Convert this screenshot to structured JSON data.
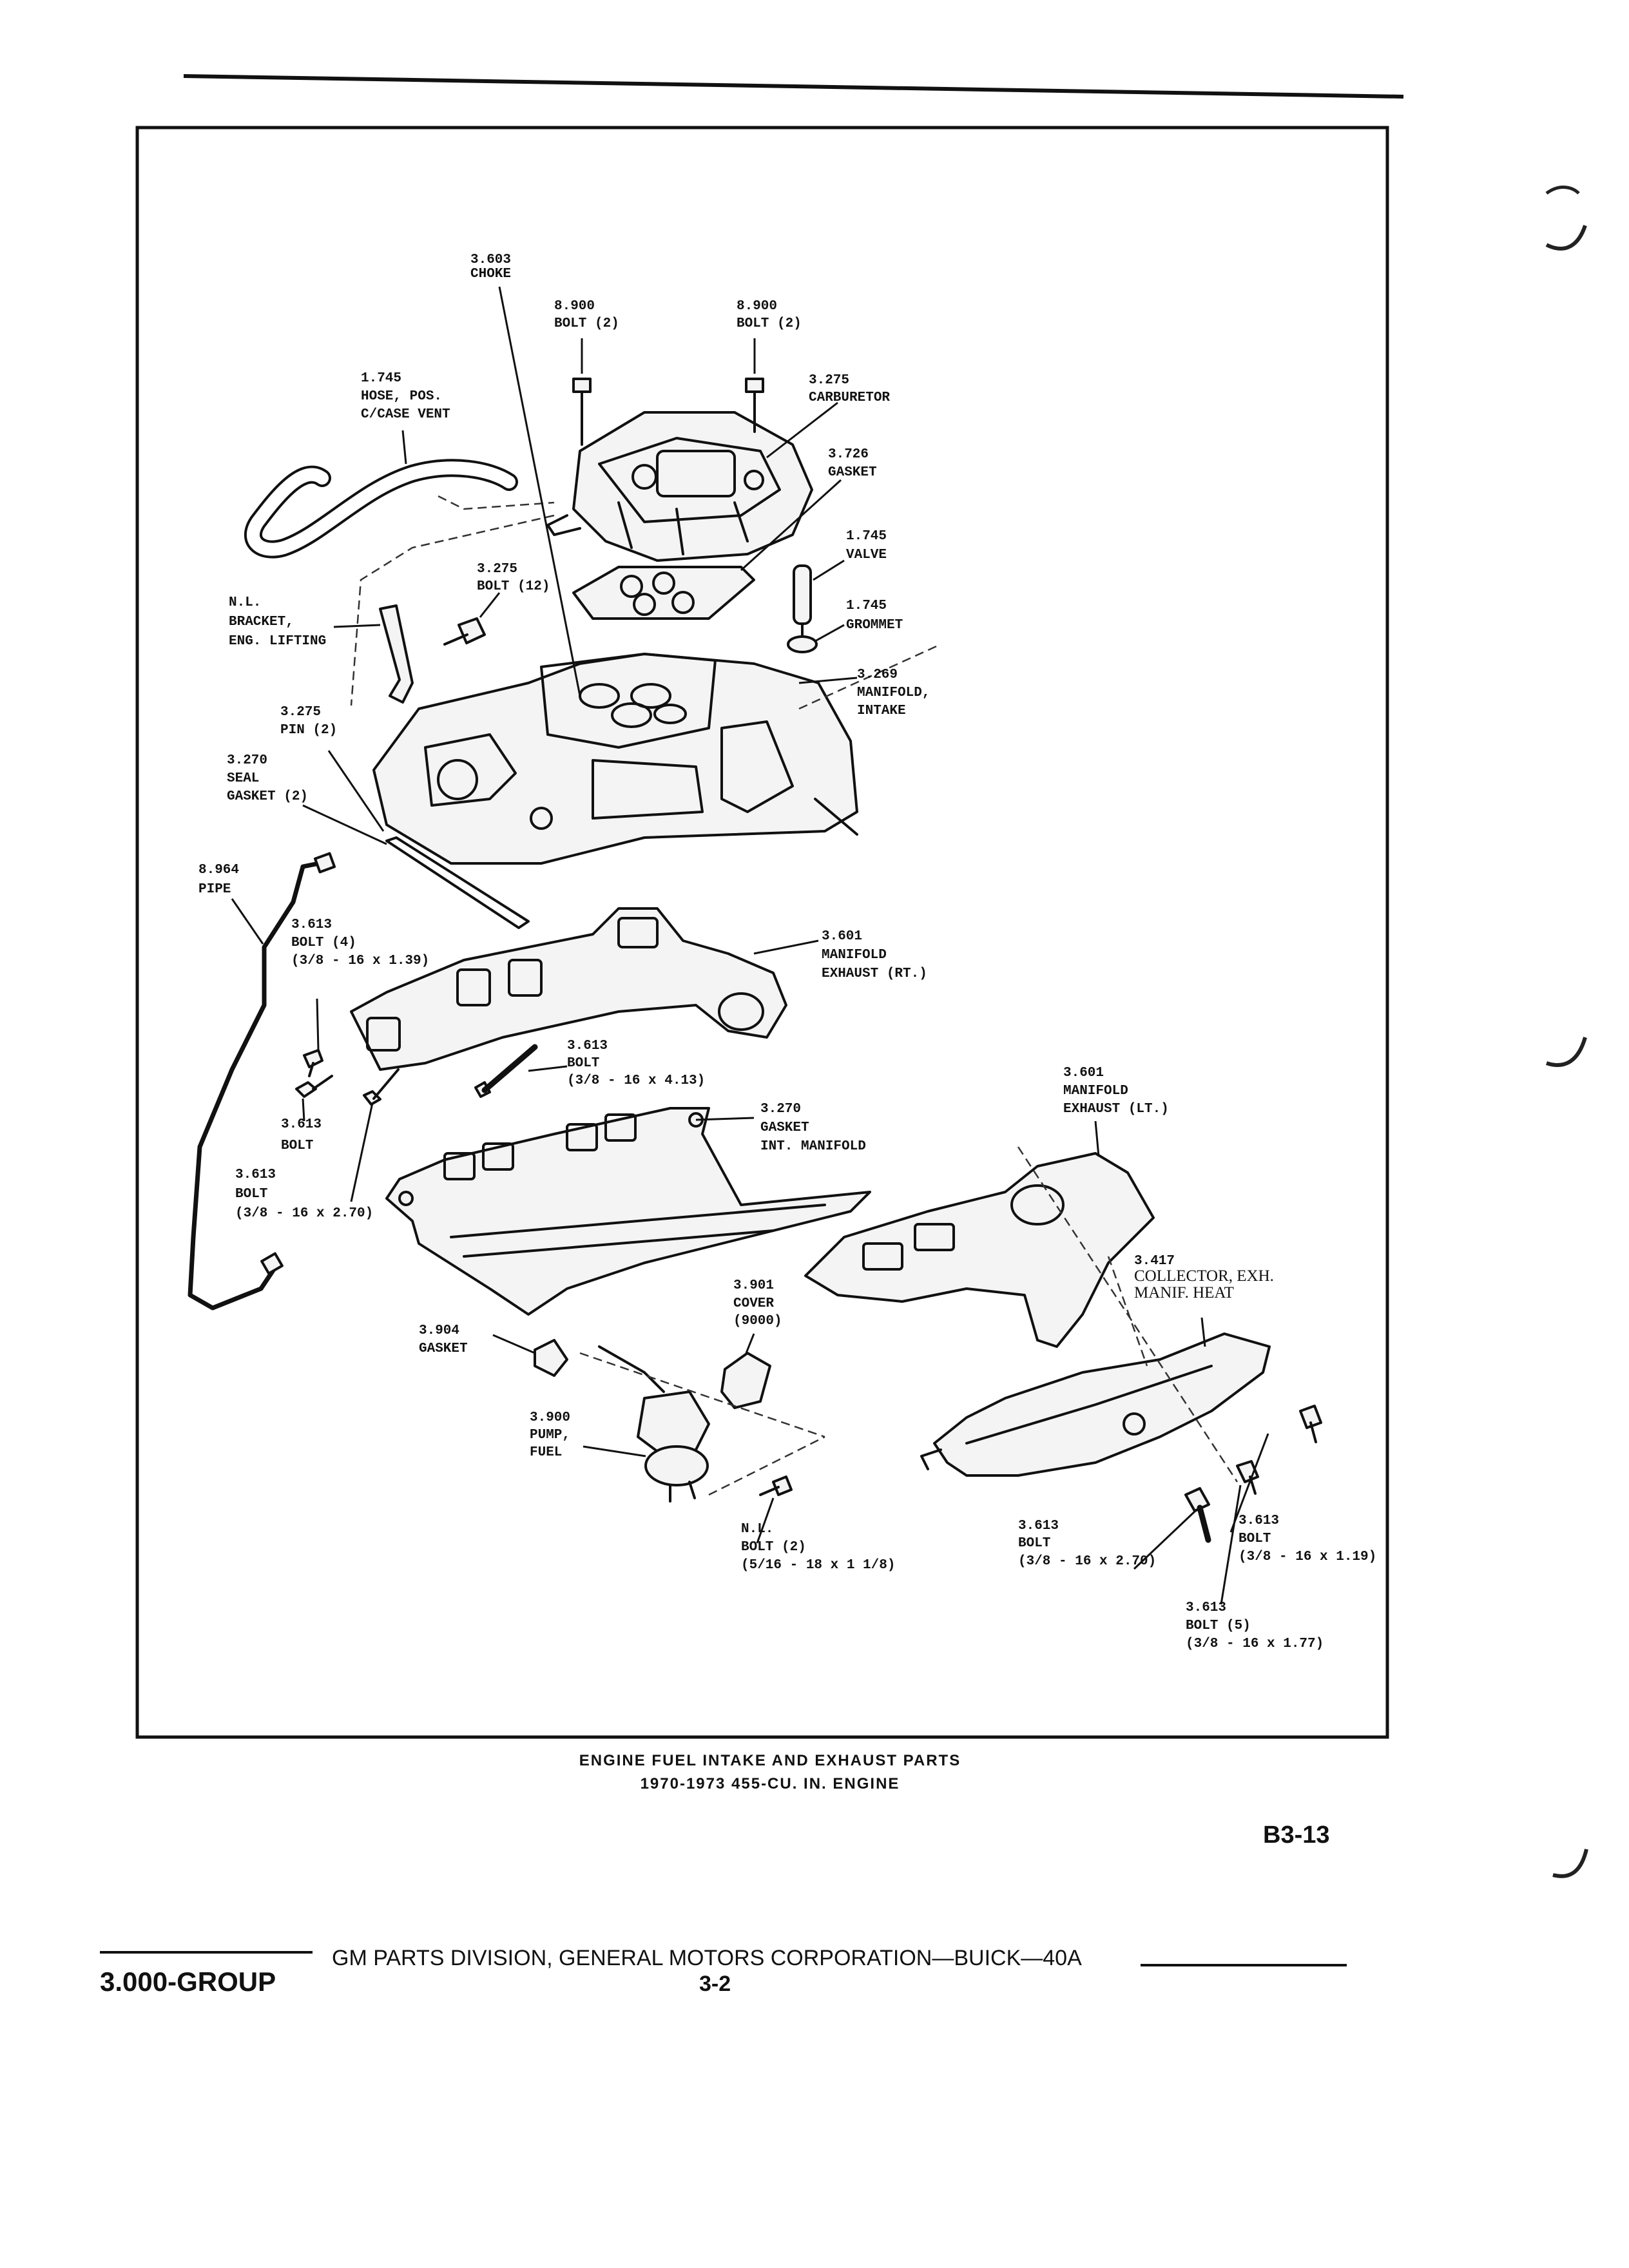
{
  "diagram": {
    "caption_line1": "ENGINE FUEL INTAKE AND EXHAUST PARTS",
    "caption_line2": "1970-1973 455-CU. IN. ENGINE",
    "page_id": "B3-13",
    "callouts": {
      "choke": {
        "code": "3.603",
        "name": "CHOKE"
      },
      "bolt_carb_left": {
        "code": "8.900",
        "name": "BOLT (2)"
      },
      "bolt_carb_right": {
        "code": "8.900",
        "name": "BOLT (2)"
      },
      "hose": {
        "code": "1.745",
        "name": "HOSE, POS.",
        "name2": "C/CASE VENT"
      },
      "carburetor": {
        "code": "3.275",
        "name": "CARBURETOR"
      },
      "gasket_carb": {
        "code": "3.726",
        "name": "GASKET"
      },
      "valve": {
        "code": "1.745",
        "name": "VALVE"
      },
      "bolt_12": {
        "code": "3.275",
        "name": "BOLT (12)"
      },
      "bracket": {
        "code": "N.L.",
        "name": "BRACKET,",
        "name2": "ENG. LIFTING"
      },
      "grommet": {
        "code": "1.745",
        "name": "GROMMET"
      },
      "manifold_intake": {
        "code": "3.269",
        "name": "MANIFOLD,",
        "name2": "INTAKE"
      },
      "pin": {
        "code": "3.275",
        "name": "PIN (2)"
      },
      "seal_gasket": {
        "code": "3.270",
        "name": "SEAL",
        "name2": "GASKET (2)"
      },
      "pipe": {
        "code": "8.964",
        "name": "PIPE"
      },
      "bolt_4": {
        "code": "3.613",
        "name": "BOLT (4)",
        "spec": "(3/8 - 16 x 1.39)"
      },
      "manifold_exhaust_rt": {
        "code": "3.601",
        "name": "MANIFOLD",
        "name2": "EXHAUST (RT.)"
      },
      "bolt_413": {
        "code": "3.613",
        "name": "BOLT",
        "spec": "(3/8 - 16 x 4.13)"
      },
      "bolt_plain": {
        "code": "3.613",
        "name": "BOLT"
      },
      "bolt_270_left": {
        "code": "3.613",
        "name": "BOLT",
        "spec": "(3/8 - 16 x 2.70)"
      },
      "gasket_int_manifold": {
        "code": "3.270",
        "name": "GASKET",
        "name2": "INT. MANIFOLD"
      },
      "manifold_exhaust_lt": {
        "code": "3.601",
        "name": "MANIFOLD",
        "name2": "EXHAUST (LT.)"
      },
      "collector": {
        "code": "3.417",
        "name": "COLLECTOR, EXH.",
        "name2": "MANIF. HEAT"
      },
      "cover": {
        "code": "3.901",
        "name": "COVER",
        "name2": "(9000)"
      },
      "gasket_pump": {
        "code": "3.904",
        "name": "GASKET"
      },
      "pump": {
        "code": "3.900",
        "name": "PUMP,",
        "name2": "FUEL"
      },
      "bolt_nl": {
        "code": "N.L.",
        "name": "BOLT (2)",
        "spec": "(5/16 - 18 x 1 1/8)"
      },
      "bolt_270_right": {
        "code": "3.613",
        "name": "BOLT",
        "spec": "(3/8 - 16 x 2.70)"
      },
      "bolt_119": {
        "code": "3.613",
        "name": "BOLT",
        "spec": "(3/8 - 16 x 1.19)"
      },
      "bolt_5": {
        "code": "3.613",
        "name": "BOLT (5)",
        "spec": "(3/8 - 16 x 1.77)"
      }
    }
  },
  "footer": {
    "group": "3.000-GROUP",
    "publisher": "GM PARTS DIVISION, GENERAL MOTORS CORPORATION—BUICK—40A",
    "page_number": "3-2"
  }
}
